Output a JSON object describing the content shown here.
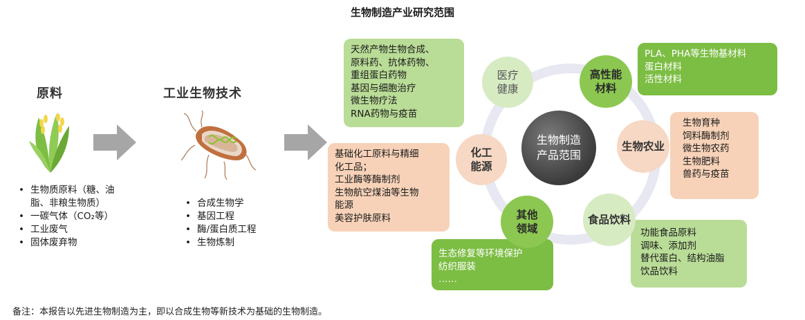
{
  "title": "生物制造产业研究范围",
  "raw_materials": {
    "heading": "原料",
    "items": [
      "生物质原料（糖、油",
      "脂、非粮生物质）",
      "一碳气体（CO₂等）",
      "工业废气",
      "固体废弃物"
    ]
  },
  "tech": {
    "heading": "工业生物技术",
    "items": [
      "合成生物学",
      "基因工程",
      "酶/蛋白质工程",
      "生物炼制"
    ]
  },
  "center": {
    "lines": [
      "生物制造",
      "产品范围"
    ]
  },
  "domains": {
    "medical": {
      "lines": [
        "医疗",
        "健康"
      ],
      "details": [
        "天然产物生物合成、",
        "原料药、抗体药物、",
        "重组蛋白药物",
        "基因与细胞治疗",
        "微生物疗法",
        "RNA药物与疫苗"
      ]
    },
    "materials": {
      "lines": [
        "高性能",
        "材料"
      ],
      "details": [
        "PLA、PHA等生物基材料",
        "蛋白材料",
        "活性材料"
      ]
    },
    "agri": {
      "lines": [
        "生物农业"
      ],
      "details": [
        "生物育种",
        "饲料酶制剂",
        "微生物农药",
        "生物肥料",
        "兽药与疫苗"
      ]
    },
    "food": {
      "lines": [
        "食品饮料"
      ],
      "details": [
        "功能食品原料",
        "调味、添加剂",
        "替代蛋白、结构油脂",
        "饮品饮料"
      ]
    },
    "other": {
      "lines": [
        "其他",
        "领域"
      ],
      "details": [
        "生态修复等环境保护",
        "纺织服装",
        "……"
      ]
    },
    "chem": {
      "lines": [
        "化工",
        "能源"
      ],
      "details": [
        "基础化工原料与精细",
        "化工品；",
        "工业酶等酶制剂",
        "生物航空煤油等生物",
        "能源",
        "美容护肤原料"
      ]
    }
  },
  "note": "备注：本报告以先进生物制造为主，即以合成生物等新技术为基础的生物制造。"
}
